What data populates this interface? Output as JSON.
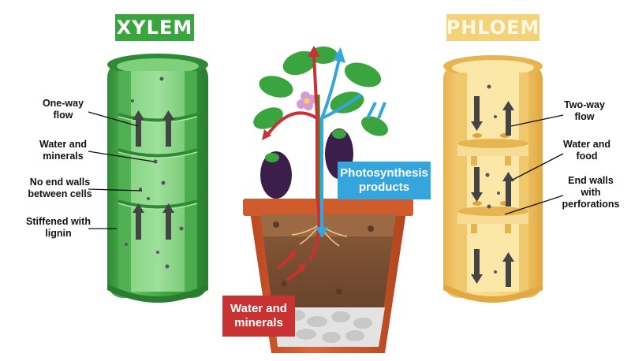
{
  "titles": {
    "xylem": "XYLEM",
    "phloem": "PHLOEM"
  },
  "xylem_labels": {
    "one_way_l1": "One-way",
    "one_way_l2": "flow",
    "water_l1": "Water and",
    "water_l2": "minerals",
    "no_end_l1": "No end walls",
    "no_end_l2": "between cells",
    "stiff_l1": "Stiffened with",
    "stiff_l2": "lignin"
  },
  "phloem_labels": {
    "two_way_l1": "Two-way",
    "two_way_l2": "flow",
    "water_l1": "Water and",
    "water_l2": "food",
    "end_l1": "End walls",
    "end_l2": "with",
    "end_l3": "perforations"
  },
  "plant_labels": {
    "photo_l1": "Photosynthesis",
    "photo_l2": "products",
    "water_l1": "Water and",
    "water_l2": "minerals"
  },
  "colors": {
    "xylem": "#3aa53f",
    "xylem_dark": "#2f8a35",
    "xylem_light": "#7ed07d",
    "phloem": "#f3d27a",
    "phloem_dark": "#e6b450",
    "phloem_light": "#fbe7a8",
    "water_arrow": "#c83232",
    "sugar_arrow": "#35a6dd",
    "pot": "#c9562a"
  }
}
